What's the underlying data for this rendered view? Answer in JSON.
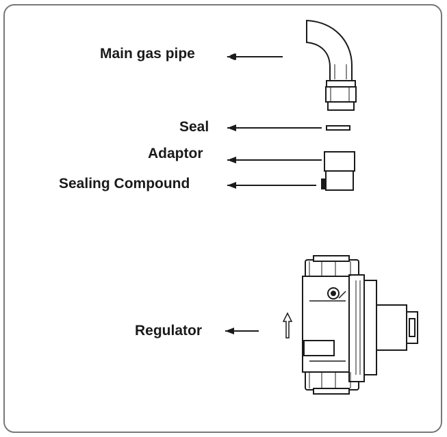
{
  "labels": {
    "main_gas_pipe": "Main gas pipe",
    "seal": "Seal",
    "adaptor": "Adaptor",
    "sealing_compound": "Sealing Compound",
    "regulator": "Regulator"
  },
  "colors": {
    "ink": "#1a1a1a",
    "frame": "#777777"
  },
  "icons": [
    "arrow-left-icon",
    "arrow-up-icon"
  ]
}
